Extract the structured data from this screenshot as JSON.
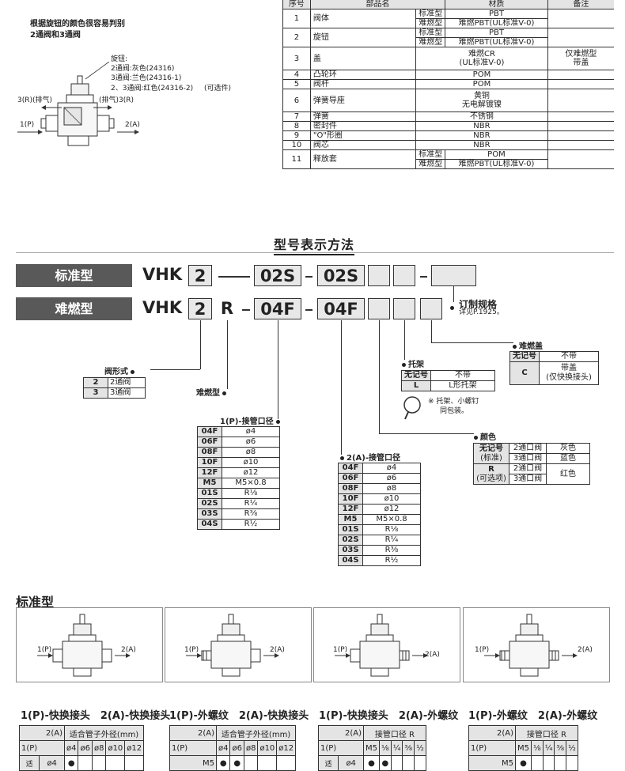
{
  "intro": {
    "line1": "根据旋钮的颜色很容易判别",
    "line2": "2通阀和3通阀"
  },
  "diagram": {
    "knob_title": "旋钮:",
    "knob_2": "2通阀:灰色(24316)",
    "knob_3": "3通阀:兰色(24316-1)",
    "knob_23": "2、3通阀:红色(24316-2)",
    "knob_opt": "(可选件)",
    "exhaust_left": "3(R)(排气)",
    "exhaust_right": "(排气)3(R)",
    "port_in": "1(P)",
    "port_out": "2(A)"
  },
  "parts": {
    "headers": [
      "序号",
      "部品名",
      "材质",
      "备注"
    ],
    "std": "标准型",
    "fr": "难燃型",
    "pbt": "PBT",
    "pbt_fr": "难燃PBT(UL标准V-0)",
    "rows": [
      {
        "no": "1",
        "name": "阀体"
      },
      {
        "no": "2",
        "name": "旋钮"
      },
      {
        "no": "3",
        "name": "盖",
        "mat1": "难燃CR",
        "mat2": "(UL标准V-0)",
        "note1": "仅难燃型",
        "note2": "带盖"
      },
      {
        "no": "4",
        "name": "凸轮环",
        "mat": "POM"
      },
      {
        "no": "5",
        "name": "阀杆",
        "mat": "POM"
      },
      {
        "no": "6",
        "name": "弹簧导座",
        "mat1": "黄铜",
        "mat2": "无电解镀镍"
      },
      {
        "no": "7",
        "name": "弹簧",
        "mat": "不锈钢"
      },
      {
        "no": "8",
        "name": "密封件",
        "mat": "NBR"
      },
      {
        "no": "9",
        "name": "\"O\"形圈",
        "mat": "NBR"
      },
      {
        "no": "10",
        "name": "阀芯",
        "mat": "NBR"
      },
      {
        "no": "11",
        "name": "释放套",
        "mat_std": "POM",
        "mat_fr": "难燃PBT(UL标准V-0)"
      }
    ]
  },
  "model": {
    "title": "型号表示方法",
    "std_label": "标准型",
    "fr_label": "难燃型",
    "prefix": "VHK",
    "row1": {
      "type": "2",
      "p": "02S",
      "a": "02S"
    },
    "row2": {
      "type": "2",
      "r": "R",
      "p": "04F",
      "a": "04F"
    },
    "custom_label": "订制规格",
    "custom_ref": "详见P.1925。",
    "valve_type_label": "阀形式",
    "valve_types": [
      {
        "k": "2",
        "v": "2通阀"
      },
      {
        "k": "3",
        "v": "3通阀"
      }
    ],
    "fr_type_label": "难燃型",
    "p_port_label": "1(P)-接管口径",
    "a_port_label": "2(A)-接管口径",
    "ports": [
      {
        "k": "04F",
        "v": "ø4"
      },
      {
        "k": "06F",
        "v": "ø6"
      },
      {
        "k": "08F",
        "v": "ø8"
      },
      {
        "k": "10F",
        "v": "ø10"
      },
      {
        "k": "12F",
        "v": "ø12"
      },
      {
        "k": "M5",
        "v": "M5×0.8"
      },
      {
        "k": "01S",
        "v": "R⅛"
      },
      {
        "k": "02S",
        "v": "R¼"
      },
      {
        "k": "03S",
        "v": "R⅜"
      },
      {
        "k": "04S",
        "v": "R½"
      }
    ],
    "bracket_label": "托架",
    "bracket": [
      {
        "k": "无记号",
        "v": "不带"
      },
      {
        "k": "L",
        "v": "L形托架"
      }
    ],
    "bracket_note1": "※ 托架、小螺钉",
    "bracket_note2": "同包装。",
    "color_label": "颜色",
    "color": {
      "none_k1": "无记号",
      "none_k2": "(标准)",
      "r_k1": "R",
      "r_k2": "(可选项)",
      "two": "2通口阀",
      "three": "3通口阀",
      "gray": "灰色",
      "blue": "蓝色",
      "red": "红色"
    },
    "cover_label": "难燃盖",
    "cover": {
      "none_k": "无记号",
      "none_v": "不带",
      "c_k": "C",
      "c_v1": "带盖",
      "c_v2": "(仅快换接头)"
    }
  },
  "standard": {
    "title": "标准型",
    "captions": [
      "1(P)-快换接头　2(A)-快换接头",
      "1(P)-外螺纹　2(A)-快换接头",
      "1(P)-快换接头　2(A)-外螺纹",
      "1(P)-外螺纹　2(A)-外螺纹"
    ],
    "port_in": "1(P)",
    "port_out": "2(A)",
    "tube_header": "适合管子外径(mm)",
    "thread_header": "接管口径 R",
    "tube_cols": [
      "ø4",
      "ø6",
      "ø8",
      "ø10",
      "ø12"
    ],
    "thread_cols": [
      "M5",
      "⅛",
      "¼",
      "⅜",
      "½"
    ],
    "row_fit": "适",
    "row_o4": "ø4",
    "row_m5": "M5"
  }
}
